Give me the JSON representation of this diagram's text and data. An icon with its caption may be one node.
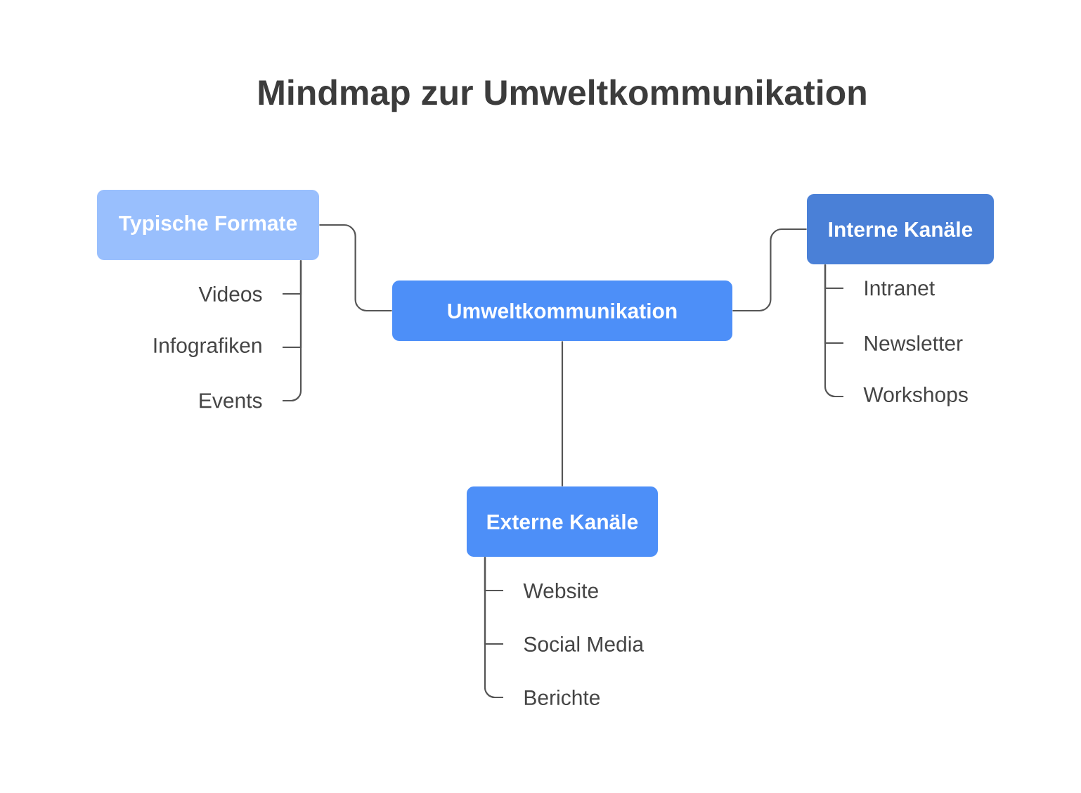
{
  "diagram": {
    "title": "Mindmap zur Umweltkommunikation",
    "nodes": [
      {
        "text": [
          "Umweltkommunikation"
        ]
      },
      {
        "text": [
          "Typische Formate"
        ]
      },
      {
        "text": [
          "Videos"
        ]
      },
      {
        "text": [
          "Infografiken"
        ]
      },
      {
        "text": [
          "Events"
        ]
      },
      {
        "text": [
          "Interne Kanäle"
        ]
      },
      {
        "text": [
          "Intranet"
        ]
      },
      {
        "text": [
          "Newsletter"
        ]
      },
      {
        "text": [
          "Workshops"
        ]
      },
      {
        "text": [
          "Externe Kanäle"
        ]
      },
      {
        "text": [
          "Website"
        ]
      },
      {
        "text": [
          "Social Media"
        ]
      },
      {
        "text": [
          "Berichte"
        ]
      }
    ],
    "edges": [
      {
        "from": 0,
        "to": 1,
        "arrow": "none"
      },
      {
        "from": 1,
        "to": 2,
        "arrow": "none"
      },
      {
        "from": 1,
        "to": 3,
        "arrow": "none"
      },
      {
        "from": 1,
        "to": 4,
        "arrow": "none"
      },
      {
        "from": 0,
        "to": 5,
        "arrow": "none"
      },
      {
        "from": 5,
        "to": 6,
        "arrow": "none"
      },
      {
        "from": 5,
        "to": 7,
        "arrow": "none"
      },
      {
        "from": 5,
        "to": 8,
        "arrow": "none"
      },
      {
        "from": 0,
        "to": 9,
        "arrow": "none"
      },
      {
        "from": 9,
        "to": 10,
        "arrow": "none"
      },
      {
        "from": 9,
        "to": 11,
        "arrow": "none"
      },
      {
        "from": 9,
        "to": 12,
        "arrow": "none"
      }
    ]
  }
}
